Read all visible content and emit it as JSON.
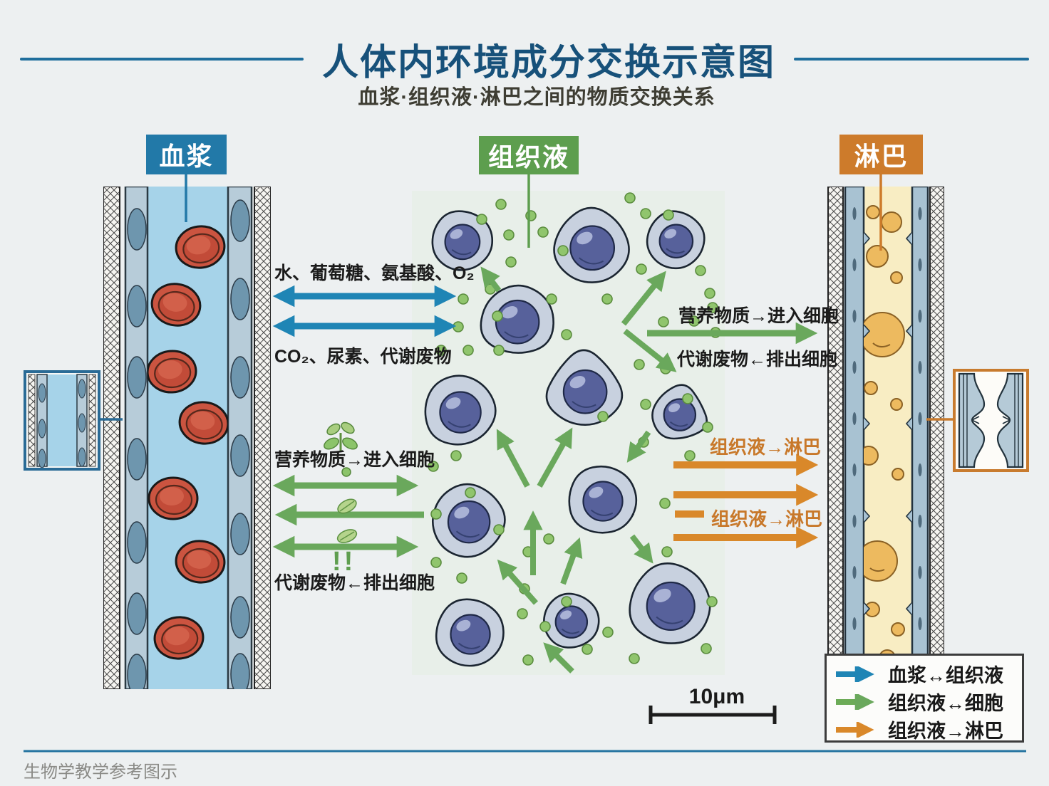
{
  "header": {
    "title": "人体内环境成分交换示意图",
    "subtitle": "血浆·组织液·淋巴之间的物质交换关系"
  },
  "labels": {
    "plasma": "血浆",
    "tissue_fluid": "组织液",
    "lymph": "淋巴"
  },
  "exchange": {
    "plasma_to_tissue_label": "水、葡萄糖、氨基酸、O₂",
    "tissue_to_plasma_label": "CO₂、尿素、代谢废物",
    "left_in_label": "营养物质→进入细胞",
    "left_out_label": "代谢废物←排出细胞",
    "left_emphasis": "!!",
    "right_in_label": "营养物质→进入细胞",
    "right_out_label": "代谢废物←排出细胞",
    "lymph_label_1": "组织液→淋巴",
    "lymph_label_2": "组织液→淋巴"
  },
  "legend": {
    "items": [
      {
        "label": "血浆↔组织液",
        "color": "#1f85b5"
      },
      {
        "label": "组织液↔细胞",
        "color": "#6cab57"
      },
      {
        "label": "组织液→淋巴",
        "color": "#d9882a"
      }
    ]
  },
  "scale_bar": {
    "label": "10μm"
  },
  "footer": {
    "caption": "生物学教学参考图示"
  },
  "colors": {
    "page_bg": "#edf0f1",
    "title": "#17517a",
    "plasma_accent": "#2279a8",
    "tissue_accent": "#5d9e4e",
    "lymph_accent": "#cd7b2b",
    "blue_arrow": "#1f85b5",
    "green_arrow": "#6aa85c",
    "orange_arrow": "#d9882a",
    "rbc": "#cb5440",
    "vessel_lumen": "#a6d3e9",
    "lymph_lumen": "#f8edc3",
    "tissue_bg": "#e8efe9",
    "cell_body": "#c8d1df",
    "cell_nucleus": "#57619b"
  },
  "icons": {
    "sprout-icon": "green seedling shape (css/svg ellipse leaves)",
    "leaf-icon": "single green leaf (svg ellipse)",
    "exclamation-icon": "!!"
  }
}
